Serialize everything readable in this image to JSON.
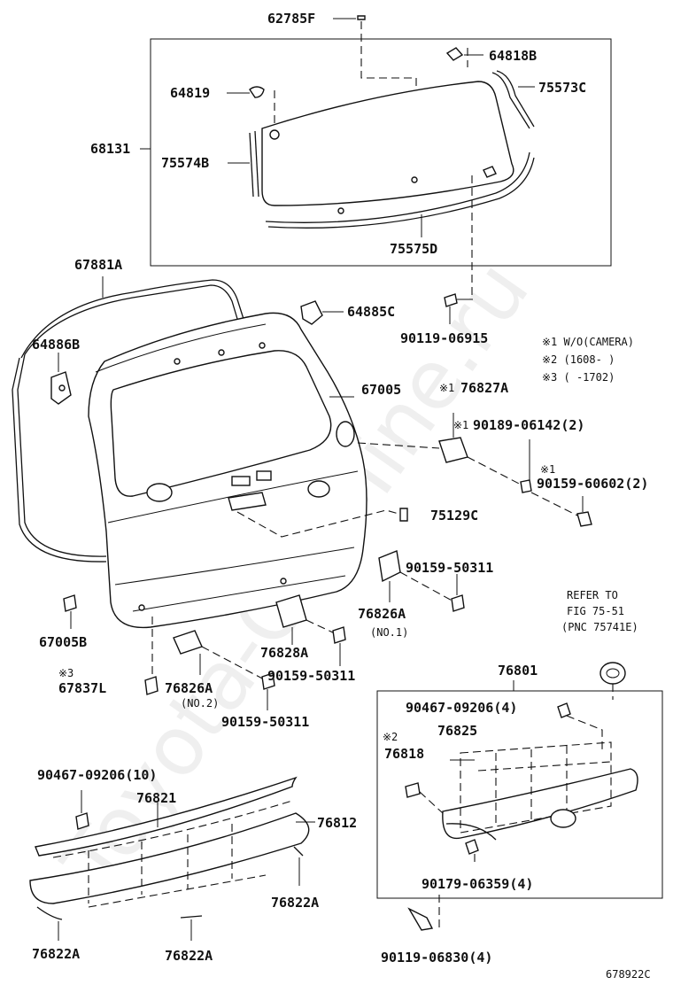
{
  "diagram": {
    "figure_code": "678922C",
    "notes": {
      "n1": "※1 W/O(CAMERA)",
      "n2": "※2 (1608-      )",
      "n3": "※3 (      -1702)"
    },
    "refer": {
      "line1": "REFER TO",
      "line2": "FIG 75-51",
      "line3": "(PNC 75741E)"
    },
    "watermark": "Toyota-CarMine.ru",
    "labels": {
      "p62785F": "62785F",
      "p64818B": "64818B",
      "p64819": "64819",
      "p75573C": "75573C",
      "p68131": "68131",
      "p75574B": "75574B",
      "p75575D": "75575D",
      "p67881A": "67881A",
      "p64885C": "64885C",
      "p90119_06915": "90119-06915",
      "p64886B": "64886B",
      "p67005": "67005",
      "p76827A": "76827A",
      "m76827A": "※1",
      "p90189_06142": "90189-06142(2)",
      "m90189": "※1",
      "m90159_60602": "※1",
      "p90159_60602": "90159-60602(2)",
      "p75129C": "75129C",
      "p90159_50311_a": "90159-50311",
      "p76826A_1": "76826A",
      "p76826A_1_sub": "(NO.1)",
      "p67005B": "67005B",
      "p76828A": "76828A",
      "p90159_50311_b": "90159-50311",
      "m67837L": "※3",
      "p67837L": "67837L",
      "p76826A_2": "76826A",
      "p76826A_2_sub": "(NO.2)",
      "p90159_50311_c": "90159-50311",
      "p76801": "76801",
      "p90467_09206_4": "90467-09206(4)",
      "m76818": "※2",
      "p76825": "76825",
      "p76818": "76818",
      "p90179_06359": "90179-06359(4)",
      "p90119_06830": "90119-06830(4)",
      "p90467_09206_10": "90467-09206(10)",
      "p76821": "76821",
      "p76812": "76812",
      "p76822A_a": "76822A",
      "p76822A_b": "76822A",
      "p76822A_c": "76822A"
    }
  }
}
